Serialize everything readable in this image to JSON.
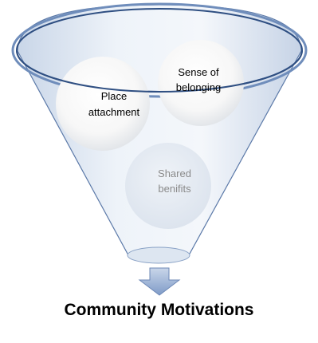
{
  "diagram": {
    "type": "funnel",
    "inputs": [
      {
        "label_line1": "Place",
        "label_line2": "attachment"
      },
      {
        "label_line1": "Sense of",
        "label_line2": "belonging"
      },
      {
        "label_line1": "Shared",
        "label_line2": "benifits"
      }
    ],
    "result": "Community Motivations"
  },
  "colors": {
    "funnel_outline": "#3a5a8c",
    "funnel_fill": "#dde6f1",
    "arrow_fill": "#8fa8d0",
    "text": "#000000"
  }
}
